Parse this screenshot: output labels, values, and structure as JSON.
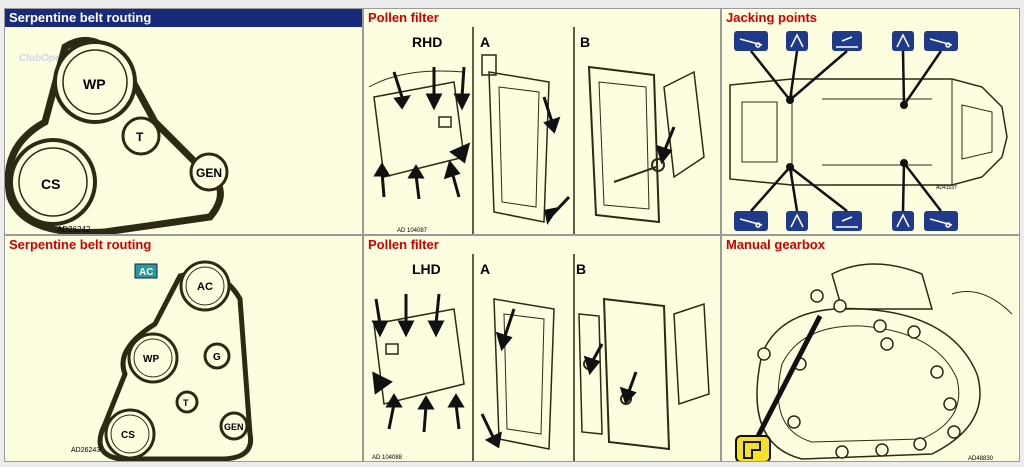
{
  "panels": {
    "belt_top": {
      "title": "Serpentine belt routing",
      "logo": "ClubOpel.com",
      "labels": {
        "wp": "WP",
        "t": "T",
        "cs": "CS",
        "gen": "GEN"
      },
      "code": "AD26242"
    },
    "pollen_top": {
      "title": "Pollen filter",
      "side": "RHD",
      "view_a": "A",
      "view_b": "B",
      "code": "AD 104087"
    },
    "jacking": {
      "title": "Jacking points",
      "code": "AD41537"
    },
    "belt_bottom": {
      "title": "Serpentine belt routing",
      "badge": "AC",
      "labels": {
        "ac": "AC",
        "wp": "WP",
        "g": "G",
        "t": "T",
        "cs": "CS",
        "gen": "GEN"
      },
      "code": "AD26243"
    },
    "pollen_bottom": {
      "title": "Pollen filter",
      "side": "LHD",
      "view_a": "A",
      "view_b": "B",
      "code": "AD 104088"
    },
    "gearbox": {
      "title": "Manual gearbox",
      "code": "AD48830"
    }
  },
  "colors": {
    "title_red": "#cc0000",
    "selected_bar": "#1a2a7a",
    "panel_bg": "#fdfde0",
    "icon_blue": "#1f3a8a",
    "gearbox_icon_yellow": "#f5e12a"
  }
}
